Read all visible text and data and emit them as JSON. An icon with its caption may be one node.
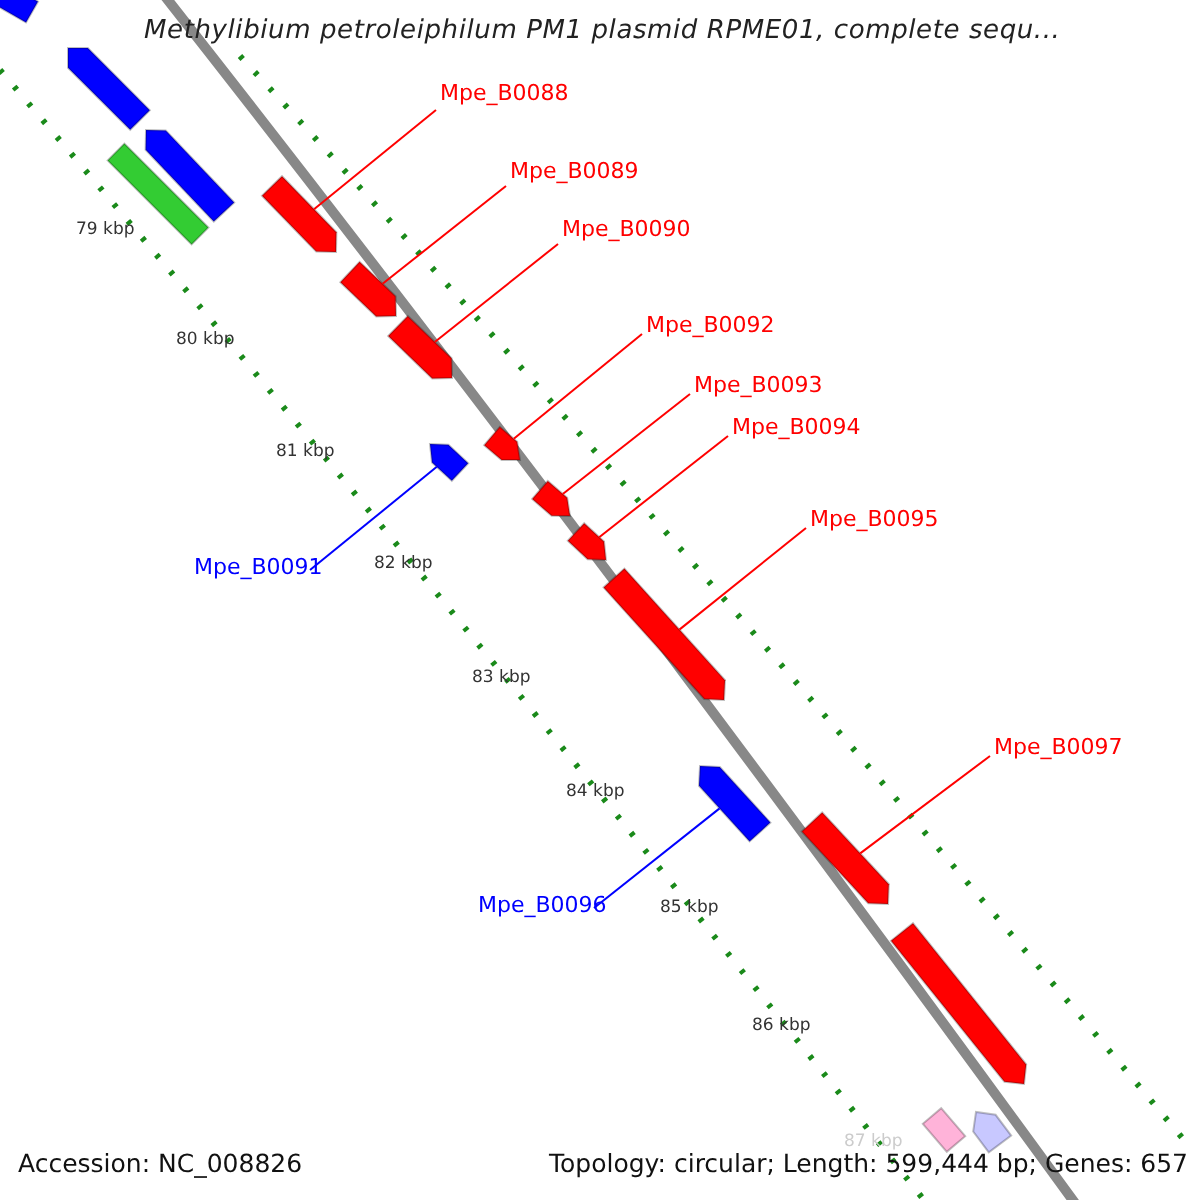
{
  "diagram": {
    "title": "Methylibium petroleiphilum PM1 plasmid RPME01, complete sequ...",
    "nodes": [
      {
        "text": [],
        "shape": "pentagon"
      },
      {
        "text": [],
        "shape": "pentagon"
      },
      {
        "text": [],
        "shape": "pentagon"
      },
      {
        "text": [],
        "shape": "bar"
      },
      {
        "text": [],
        "shape": "pentagon"
      },
      {
        "text": [],
        "shape": "pentagon"
      },
      {
        "text": [],
        "shape": "pentagon"
      },
      {
        "text": [],
        "shape": "pentagon"
      },
      {
        "text": [],
        "shape": "pentagon"
      },
      {
        "text": [],
        "shape": "pentagon"
      },
      {
        "text": [],
        "shape": "pentagon"
      },
      {
        "text": [],
        "shape": "pentagon"
      },
      {
        "text": [],
        "shape": "pentagon"
      },
      {
        "text": [],
        "shape": "pentagon"
      },
      {
        "text": [],
        "shape": "pentagon"
      },
      {
        "text": [],
        "shape": "bar"
      },
      {
        "text": [],
        "shape": "pentagon"
      },
      {
        "text": [
          "Mpe_B0088"
        ]
      },
      {
        "text": [
          "Mpe_B0089"
        ]
      },
      {
        "text": [
          "Mpe_B0090"
        ]
      },
      {
        "text": [
          "Mpe_B0092"
        ]
      },
      {
        "text": [
          "Mpe_B0093"
        ]
      },
      {
        "text": [
          "Mpe_B0094"
        ]
      },
      {
        "text": [
          "Mpe_B0091"
        ]
      },
      {
        "text": [
          "Mpe_B0095"
        ]
      },
      {
        "text": [
          "Mpe_B0097"
        ]
      },
      {
        "text": [
          "Mpe_B0096"
        ]
      }
    ],
    "edges": [
      {
        "from": 17,
        "to": 4,
        "arrow": "none"
      },
      {
        "from": 18,
        "to": 5,
        "arrow": "none"
      },
      {
        "from": 19,
        "to": 6,
        "arrow": "none"
      },
      {
        "from": 20,
        "to": 8,
        "arrow": "none"
      },
      {
        "from": 21,
        "to": 9,
        "arrow": "none"
      },
      {
        "from": 22,
        "to": 10,
        "arrow": "none"
      },
      {
        "from": 23,
        "to": 7,
        "arrow": "none",
        "color": "#0000ff"
      },
      {
        "from": 24,
        "to": 11,
        "arrow": "none"
      },
      {
        "from": 25,
        "to": 13,
        "arrow": "none"
      },
      {
        "from": 26,
        "to": 12,
        "arrow": "none",
        "color": "#0000ff"
      }
    ],
    "labels": [
      "79 kbp",
      "80 kbp",
      "81 kbp",
      "82 kbp",
      "83 kbp",
      "84 kbp",
      "85 kbp",
      "86 kbp",
      "87 kbp",
      "Accession: NC_008826",
      "Topology: circular; Length: 599,444 bp; Genes: 657"
    ]
  }
}
